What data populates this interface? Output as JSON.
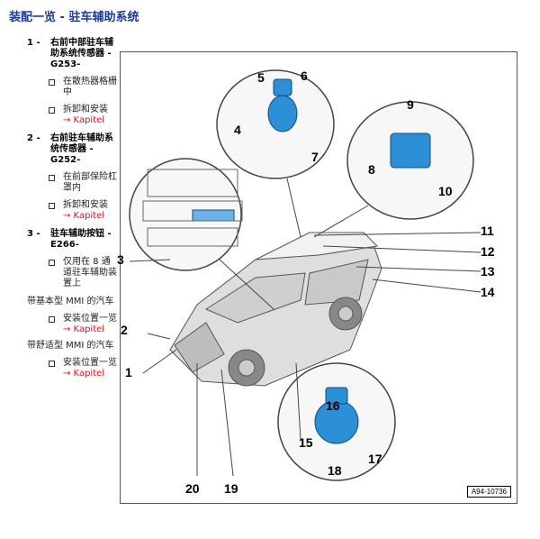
{
  "page": {
    "title": "装配一览 - 驻车辅助系统"
  },
  "items": [
    {
      "num": "1 -",
      "title": "右前中部驻车辅助系统传感器 -G253-",
      "bullets": [
        {
          "text": "在散热器格栅中",
          "link": ""
        },
        {
          "text": "拆卸和安装",
          "link": "→ Kapitel"
        }
      ]
    },
    {
      "num": "2 -",
      "title": "右前驻车辅助系统传感器 -G252-",
      "bullets": [
        {
          "text": "在前部保险杠罩内",
          "link": ""
        },
        {
          "text": "拆卸和安装",
          "link": "→ Kapitel"
        }
      ]
    },
    {
      "num": "3 -",
      "title": "驻车辅助按钮 -E266-",
      "bullets": [
        {
          "text": "仅用在 8 通道驻车辅助装置上",
          "link": ""
        }
      ]
    }
  ],
  "groups": [
    {
      "heading": "带基本型 MMI 的汽车",
      "bullet": "安装位置一览",
      "link": "→ Kapitel"
    },
    {
      "heading": "带舒适型 MMI 的汽车",
      "bullet": "安装位置一览",
      "link": "→ Kapitel"
    }
  ],
  "figure": {
    "ref": "A94-10736",
    "callouts": [
      "1",
      "2",
      "3",
      "4",
      "5",
      "6",
      "7",
      "8",
      "9",
      "10",
      "11",
      "12",
      "13",
      "14",
      "15",
      "16",
      "17",
      "18",
      "19",
      "20"
    ]
  },
  "colors": {
    "title": "#1a3a99",
    "link": "#e0111a",
    "sensor": "#2d8fd6"
  }
}
